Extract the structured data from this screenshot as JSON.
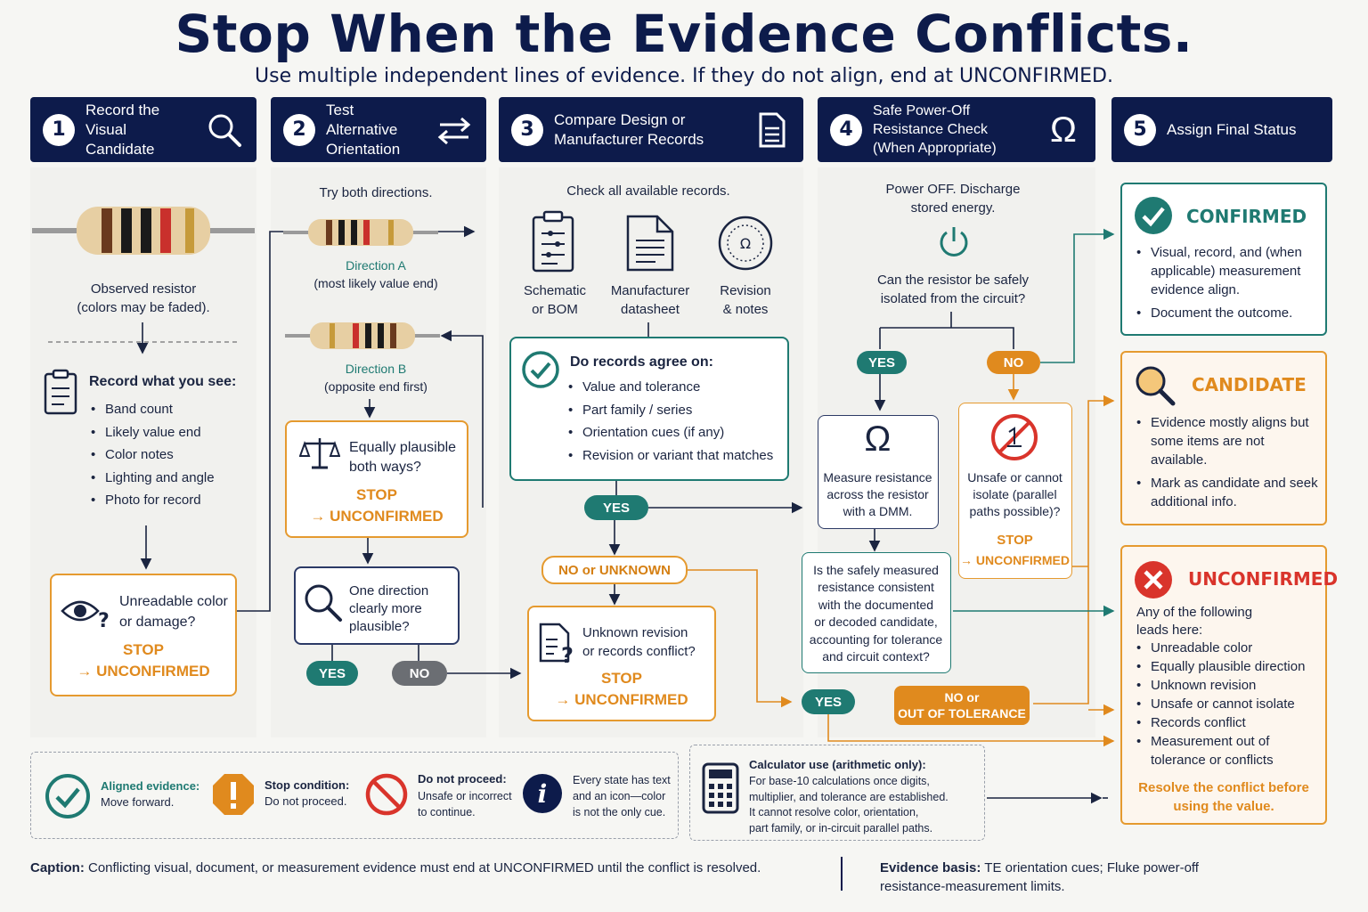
{
  "title": "Stop When the Evidence Conflicts.",
  "subtitle": "Use multiple independent lines of evidence. If they do not align, end at UNCONFIRMED.",
  "steps": [
    {
      "num": "1",
      "label": "Record the\nVisual Candidate",
      "icon": "magnifier-icon"
    },
    {
      "num": "2",
      "label": "Test Alternative\nOrientation",
      "icon": "swap-arrows-icon"
    },
    {
      "num": "3",
      "label": "Compare Design or\nManufacturer Records",
      "icon": "document-icon"
    },
    {
      "num": "4",
      "label": "Safe Power-Off\nResistance Check\n(When Appropriate)",
      "icon": "ohm-icon"
    },
    {
      "num": "5",
      "label": "Assign Final Status",
      "icon": ""
    }
  ],
  "col1": {
    "caption": "Observed resistor\n(colors may be faded).",
    "record_title": "Record what you see:",
    "record_items": [
      "Band count",
      "Likely value end",
      "Color notes",
      "Lighting and angle",
      "Photo for record"
    ],
    "decision": "Unreadable color\nor damage?",
    "stop": "STOP",
    "stop_result": "→ UNCONFIRMED"
  },
  "col2": {
    "intro": "Try both directions.",
    "dir_a": "Direction A",
    "dir_a_note": "(most likely value end)",
    "dir_b": "Direction B",
    "dir_b_note": "(opposite end first)",
    "plausible": "Equally plausible\nboth ways?",
    "stop": "STOP",
    "stop_result": "→ UNCONFIRMED",
    "one_dir": "One direction\nclearly more\nplausible?",
    "yes": "YES",
    "no": "NO"
  },
  "col3": {
    "intro": "Check all available records.",
    "records": [
      {
        "label": "Schematic\nor BOM",
        "icon": "clipboard-icon"
      },
      {
        "label": "Manufacturer\ndatasheet",
        "icon": "datasheet-icon"
      },
      {
        "label": "Revision\n& notes",
        "icon": "revision-stamp-icon"
      }
    ],
    "agree_title": "Do records agree on:",
    "agree_items": [
      "Value and tolerance",
      "Part family / series",
      "Orientation cues (if any)",
      "Revision or variant that matches"
    ],
    "yes": "YES",
    "no_unknown": "NO or UNKNOWN",
    "conflict": "Unknown revision\nor records conflict?",
    "stop": "STOP",
    "stop_result": "→ UNCONFIRMED"
  },
  "col4": {
    "intro": "Power OFF. Discharge\nstored energy.",
    "question": "Can the resistor be safely\nisolated from the circuit?",
    "yes": "YES",
    "no": "NO",
    "measure": "Measure resistance\nacross the resistor\nwith a DMM.",
    "unsafe": "Unsafe or cannot\nisolate (parallel\npaths possible)?",
    "stop": "STOP",
    "stop_result": "→ UNCONFIRMED",
    "consistent": "Is the safely measured\nresistance consistent\nwith the documented\nor decoded candidate,\naccounting for tolerance\nand circuit context?",
    "yes2": "YES",
    "no_tol": "NO or\nOUT OF TOLERANCE"
  },
  "status": {
    "confirmed": {
      "title": "CONFIRMED",
      "items": [
        "Visual, record, and (when applicable) measurement evidence align.",
        "Document the outcome."
      ],
      "color": "#1f7a72"
    },
    "candidate": {
      "title": "CANDIDATE",
      "items": [
        "Evidence mostly aligns but some items are not available.",
        "Mark as candidate and seek additional info."
      ],
      "color": "#e08a1e"
    },
    "unconfirmed": {
      "title": "UNCONFIRMED",
      "intro": "Any of the following\nleads here:",
      "items": [
        "Unreadable color",
        "Equally plausible direction",
        "Unknown revision",
        "Unsafe or cannot isolate",
        "Records conflict",
        "Measurement out of\ntolerance or conflicts"
      ],
      "footer": "Resolve the conflict before\nusing the value.",
      "color": "#d9342b"
    }
  },
  "legend": [
    {
      "title": "Aligned evidence:",
      "text": "Move forward.",
      "icon": "check-circle-icon"
    },
    {
      "title": "Stop condition:",
      "text": "Do not proceed.",
      "icon": "stop-octagon-icon"
    },
    {
      "title": "Do not proceed:",
      "text": "Unsafe or incorrect\nto continue.",
      "icon": "prohibited-icon"
    },
    {
      "title": "",
      "text": "Every state has text\nand an icon—color\nis not the only cue.",
      "icon": "info-icon"
    }
  ],
  "calculator": {
    "title": "Calculator use (arithmetic only):",
    "text": "For base-10 calculations once digits,\nmultiplier, and tolerance are established.\nIt cannot resolve color, orientation,\npart family, or in-circuit parallel paths."
  },
  "caption": {
    "label": "Caption:",
    "text": "Conflicting visual, document, or measurement evidence must end at UNCONFIRMED until the conflict is resolved."
  },
  "basis": {
    "label": "Evidence basis:",
    "text": "TE orientation cues; Fluke power-off\nresistance-measurement limits."
  }
}
